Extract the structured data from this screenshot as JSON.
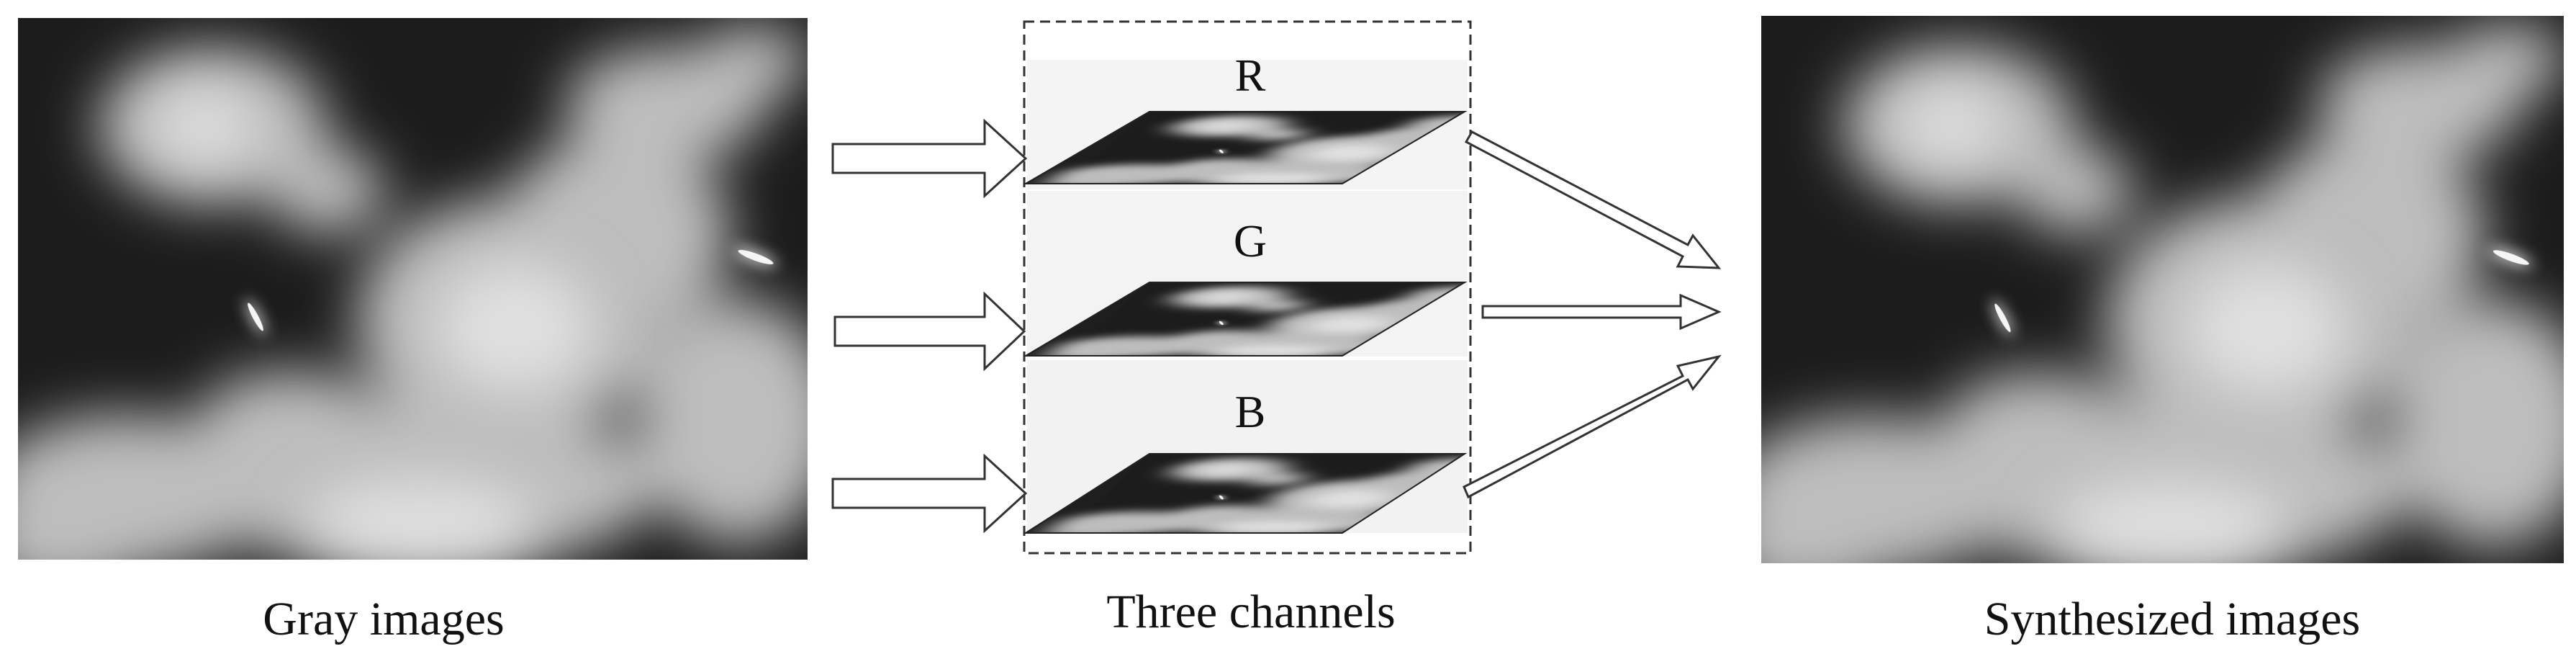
{
  "captions": {
    "left": "Gray images",
    "middle": "Three channels",
    "right": "Synthesized images"
  },
  "channels": [
    {
      "label": "R"
    },
    {
      "label": "G"
    },
    {
      "label": "B"
    }
  ],
  "colors": {
    "image_background": "#1c1c1c",
    "cloud": "#cfcfcf",
    "band": "#f3f3f3",
    "outline": "#333333"
  }
}
